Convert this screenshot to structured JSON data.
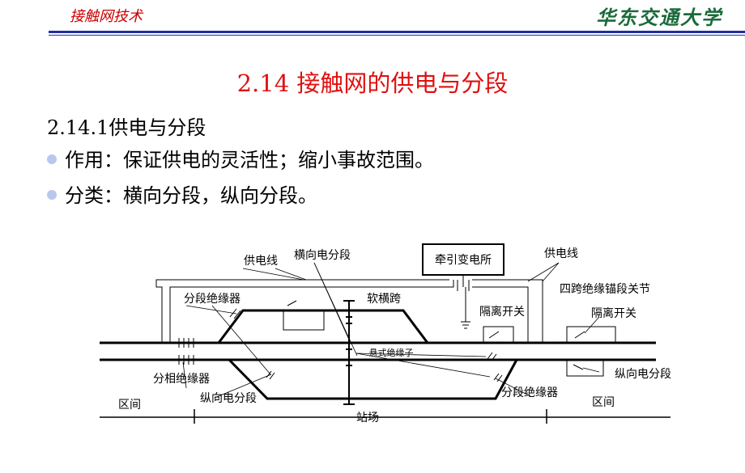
{
  "header": {
    "course_title": "接触网技术",
    "university_logo": "华东交通大学"
  },
  "slide": {
    "title": "2.14  接触网的供电与分段",
    "subtitle": "2.14.1供电与分段",
    "bullets": [
      "作用：保证供电的灵活性；缩小事故范围。",
      "分类：横向分段，纵向分段。"
    ]
  },
  "diagram": {
    "labels": {
      "feeder_left": "供电线",
      "lateral_section": "横向电分段",
      "substation": "牵引变电所",
      "feeder_right": "供电线",
      "section_insulator_left": "分段绝缘器",
      "soft_cross_span": "软横跨",
      "four_span_section": "四跨绝缘锚段关节",
      "isolating_switch_1": "隔离开关",
      "isolating_switch_2": "隔离开关",
      "suspension_insulator": "悬式绝缘子",
      "phase_insulator": "分相绝缘器",
      "longitudinal_section_left": "纵向电分段",
      "longitudinal_section_right": "纵向电分段",
      "section_insulator_right": "分段绝缘器",
      "section_left": "区间",
      "station": "站场",
      "section_right": "区间"
    }
  }
}
